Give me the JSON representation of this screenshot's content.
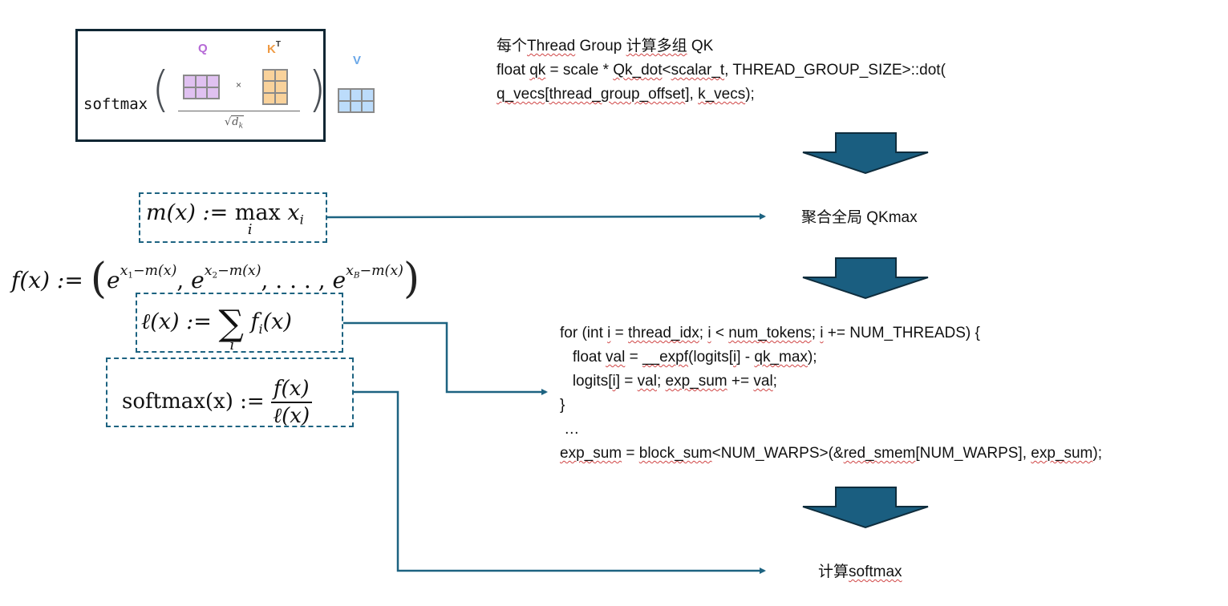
{
  "attention_formula": {
    "softmax_label": "softmax",
    "q_label": "Q",
    "k_label": "K",
    "k_superscript": "T",
    "times_symbol": "×",
    "denominator": "d",
    "denominator_sub": "k",
    "v_label": "V",
    "colors": {
      "q": "#e0c1f1",
      "k": "#f9d29b",
      "v": "#bcdcfb",
      "q_text": "#b569d6",
      "k_text": "#ef9a43",
      "v_text": "#6aa7e8"
    }
  },
  "math": {
    "m_def": {
      "lhs": "m(x) := ",
      "op": "max",
      "var": "x",
      "sub": "i",
      "under": "i"
    },
    "f_def": {
      "lhs": "f(x) := ",
      "terms": [
        {
          "base": "e",
          "exp_var": "x",
          "exp_sub": "1",
          "exp_rest": "−m(x)"
        },
        {
          "base": "e",
          "exp_var": "x",
          "exp_sub": "2",
          "exp_rest": "−m(x)"
        },
        {
          "base": "e",
          "exp_var": "x",
          "exp_sub": "B",
          "exp_rest": "−m(x)"
        }
      ],
      "ellipsis": ", . . . ,"
    },
    "l_def": {
      "lhs": "ℓ(x) := ",
      "sigma": "∑",
      "under": "i",
      "rhs_f": "f",
      "rhs_sub": "i",
      "rhs_arg": "(x)"
    },
    "softmax_def": {
      "lhs": "softmax(x) := ",
      "numerator": "f(x)",
      "denominator": "ℓ(x)"
    }
  },
  "steps": {
    "step1_lines": [
      [
        {
          "t": "每个"
        },
        {
          "t": "Thread",
          "w": true
        },
        {
          "t": " Group "
        },
        {
          "t": "计算多组",
          "w": true
        },
        {
          "t": " QK"
        }
      ],
      [
        {
          "t": "float "
        },
        {
          "t": "qk",
          "w": true
        },
        {
          "t": " = scale * "
        },
        {
          "t": "Qk_dot",
          "w": true
        },
        {
          "t": "<"
        },
        {
          "t": "scalar_t",
          "w": true
        },
        {
          "t": ", THREAD_GROUP_SIZE>::dot("
        }
      ],
      [
        {
          "t": "q_vecs",
          "w": true
        },
        {
          "t": "["
        },
        {
          "t": "thread_group_offset",
          "w": true
        },
        {
          "t": "], "
        },
        {
          "t": "k_vecs",
          "w": true
        },
        {
          "t": ");"
        }
      ]
    ],
    "step2_label": "聚合全局 QKmax",
    "step3_lines": [
      [
        {
          "t": "for (int "
        },
        {
          "t": "i",
          "w": true
        },
        {
          "t": " = "
        },
        {
          "t": "thread_idx",
          "w": true
        },
        {
          "t": "; "
        },
        {
          "t": "i",
          "w": true
        },
        {
          "t": " < "
        },
        {
          "t": "num_tokens",
          "w": true
        },
        {
          "t": "; "
        },
        {
          "t": "i",
          "w": true
        },
        {
          "t": " += NUM_THREADS) {"
        }
      ],
      [
        {
          "t": "   float "
        },
        {
          "t": "val",
          "w": true
        },
        {
          "t": " = "
        },
        {
          "t": "__expf",
          "w": true
        },
        {
          "t": "(logits["
        },
        {
          "t": "i",
          "w": true
        },
        {
          "t": "] - "
        },
        {
          "t": "qk_max",
          "w": true
        },
        {
          "t": ");"
        }
      ],
      [
        {
          "t": "   logits["
        },
        {
          "t": "i",
          "w": true
        },
        {
          "t": "] = "
        },
        {
          "t": "val",
          "w": true
        },
        {
          "t": "; "
        },
        {
          "t": "exp_sum",
          "w": true
        },
        {
          "t": " += "
        },
        {
          "t": "val",
          "w": true
        },
        {
          "t": ";"
        }
      ],
      [
        {
          "t": "}"
        }
      ],
      [
        {
          "t": " …"
        }
      ],
      [
        {
          "t": "exp_sum",
          "w": true
        },
        {
          "t": " = "
        },
        {
          "t": "block_sum",
          "w": true
        },
        {
          "t": "<NUM_WARPS>(&"
        },
        {
          "t": "red_smem",
          "w": true
        },
        {
          "t": "[NUM_WARPS], "
        },
        {
          "t": "exp_sum",
          "w": true
        },
        {
          "t": ");"
        }
      ]
    ],
    "step4_label_cn": "计算",
    "step4_label_en": "softmax"
  },
  "colors": {
    "arrow_fill": "#1a5e80",
    "arrow_stroke": "#0f2d3d",
    "connector": "#1d6381",
    "spellcheck": "#d04545"
  }
}
